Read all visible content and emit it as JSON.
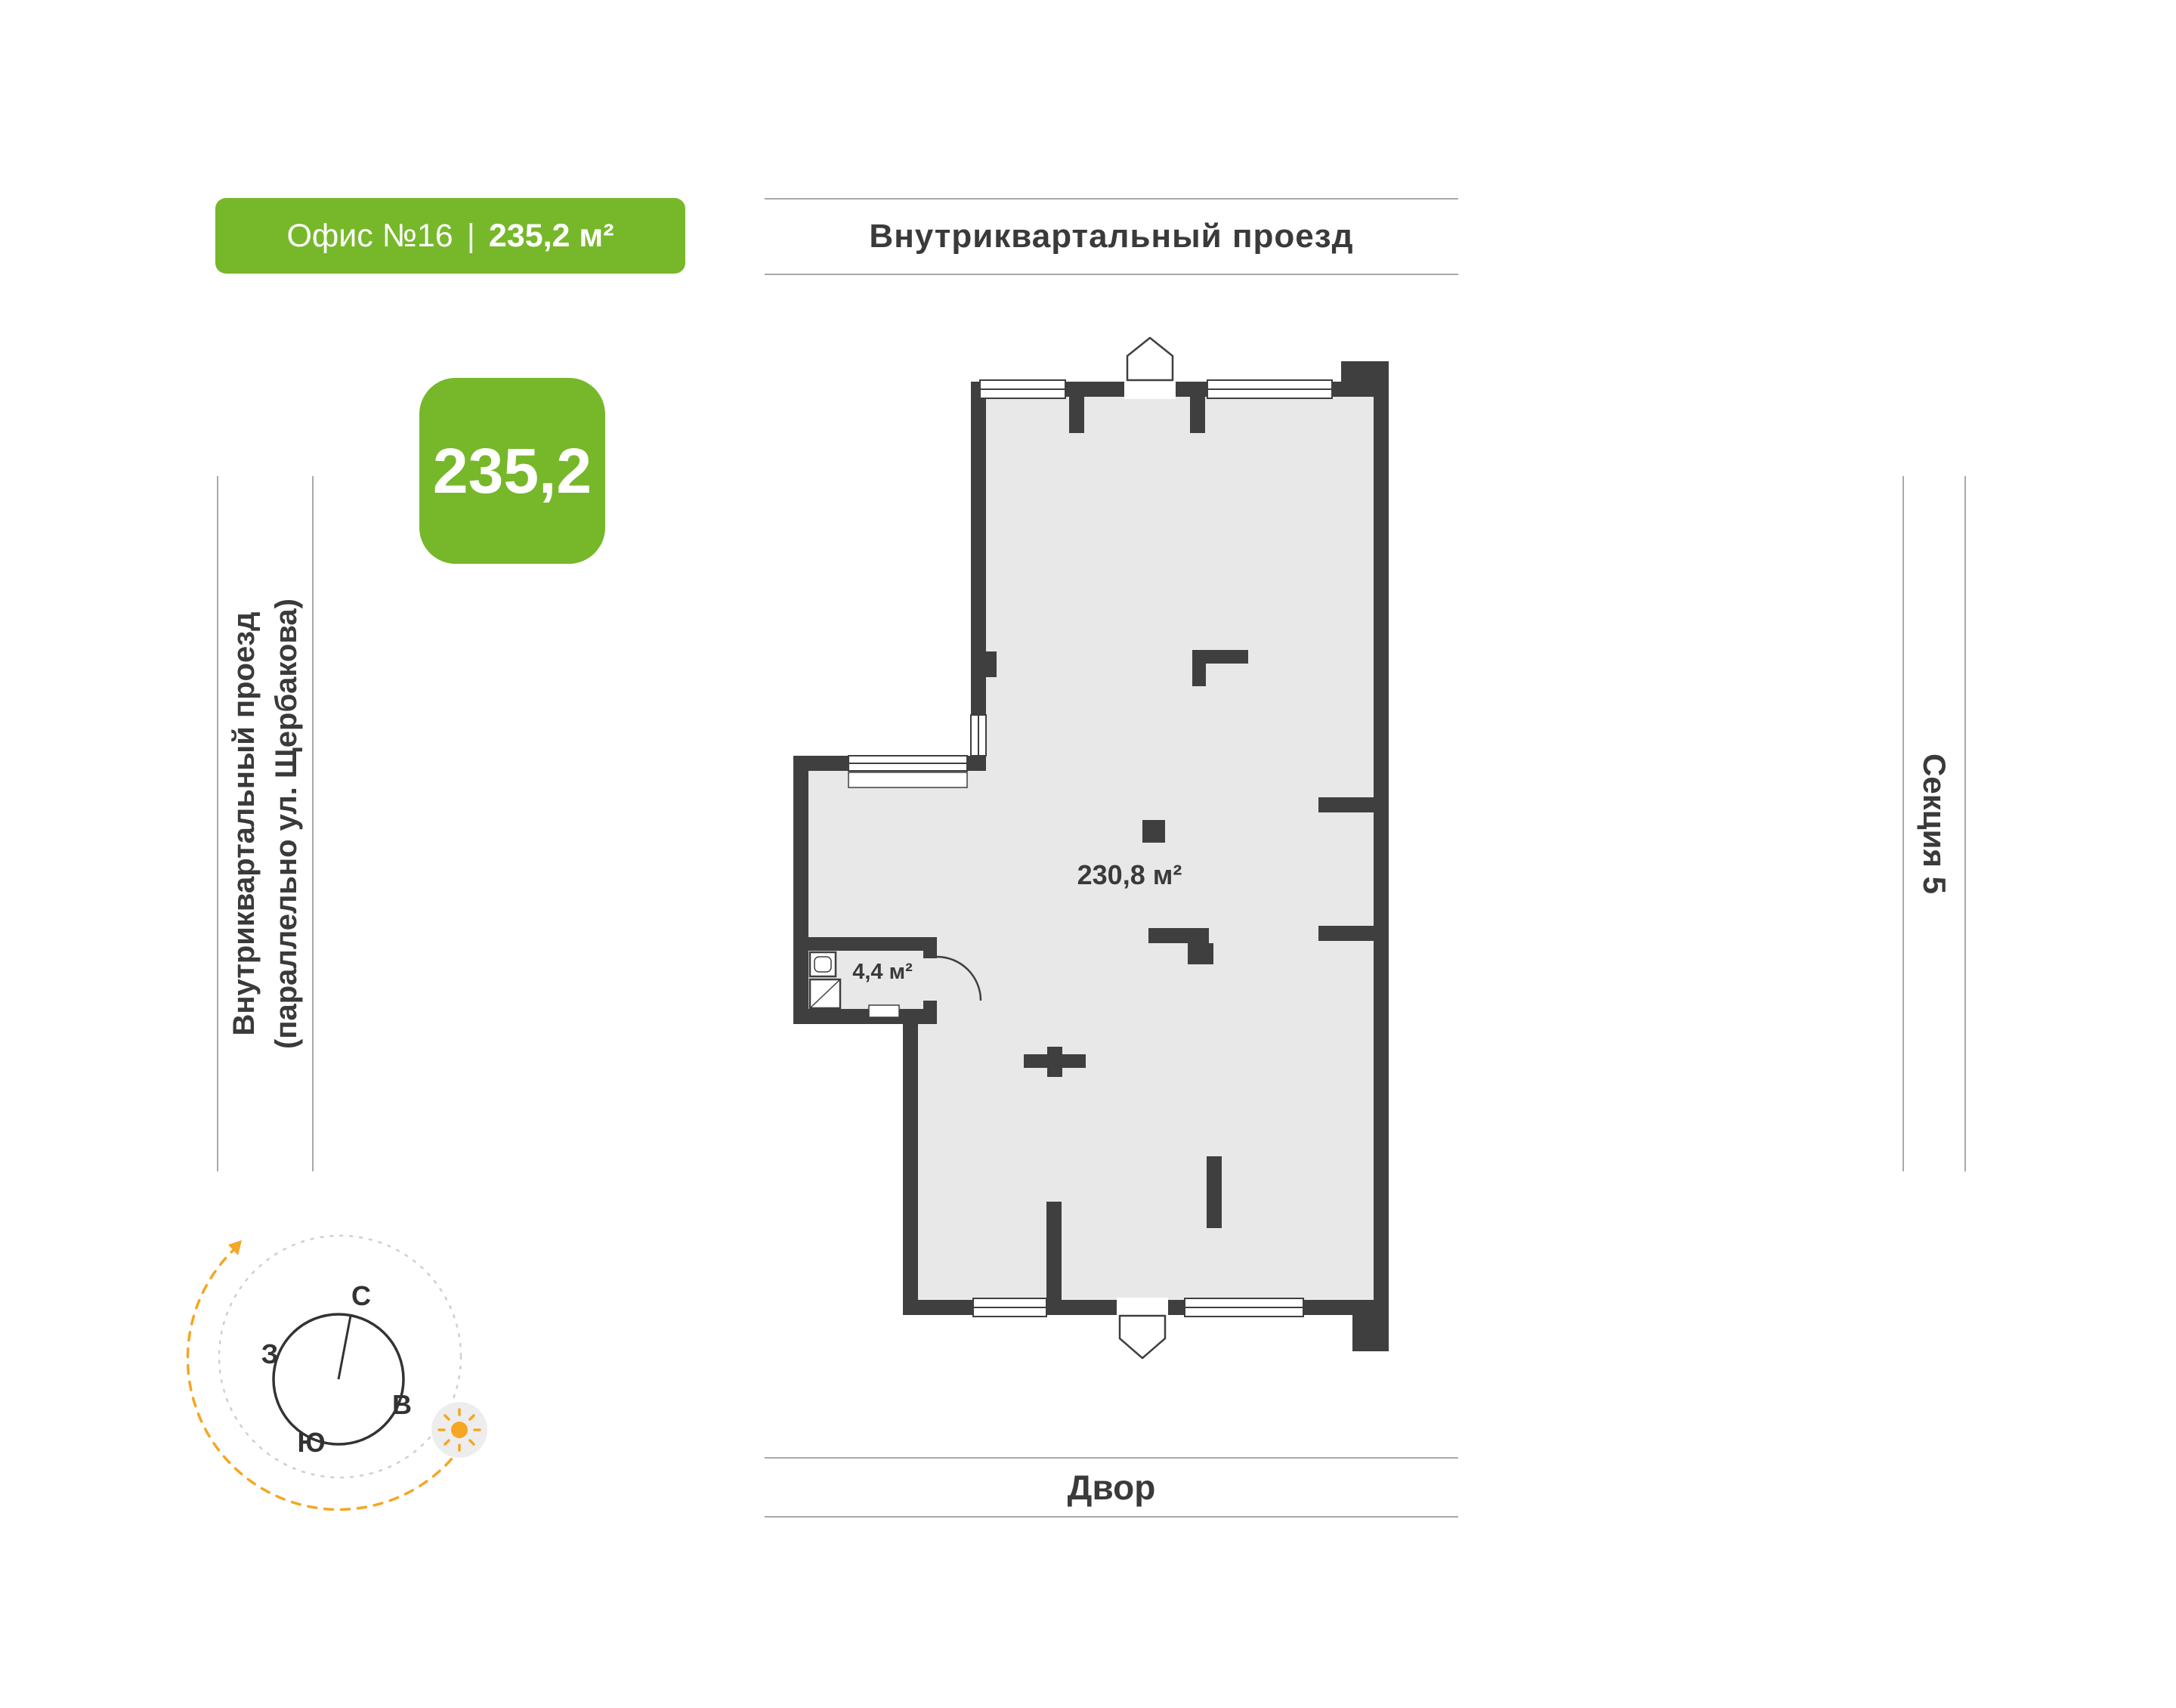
{
  "badge": {
    "office_label": "Офис №16",
    "separator": "|",
    "area_label": "235,2 м²",
    "color": "#76b82a"
  },
  "area_tile": {
    "value": "235,2",
    "color": "#76b82a"
  },
  "labels": {
    "top_road": "Внутриквартальный проезд",
    "left_road_line1": "Внутриквартальный проезд",
    "left_road_line2": "(параллельно ул. Щербакова)",
    "section": "Секция 5",
    "bottom_yard": "Двор"
  },
  "plan": {
    "main_area": "230,8 м²",
    "wc_area": "4,4 м²",
    "wall_color": "#3f3f3f",
    "floor_color": "#e8e8e8"
  },
  "compass": {
    "north": "С",
    "south": "Ю",
    "west": "З",
    "east": "В",
    "arc_color": "#f5a623"
  },
  "icons": {
    "sun": "☀"
  }
}
